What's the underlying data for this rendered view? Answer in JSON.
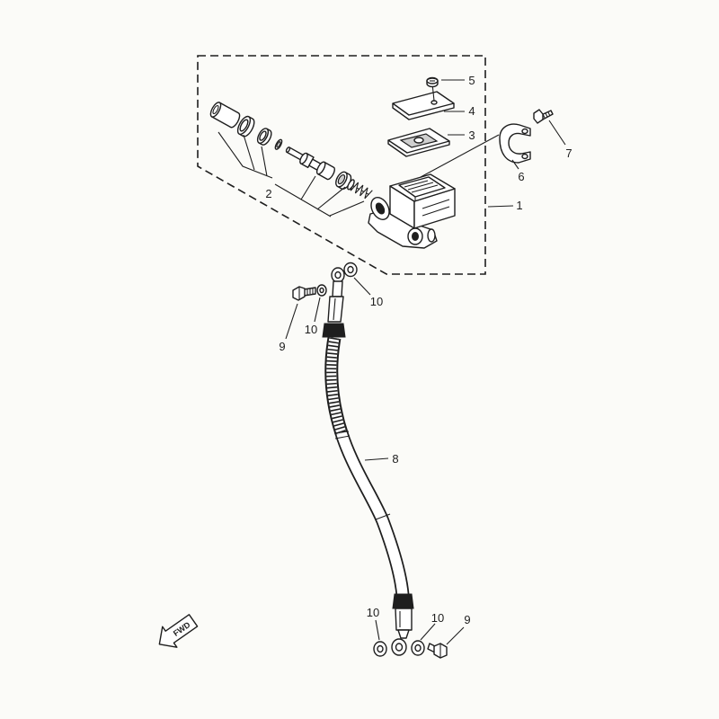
{
  "diagram": {
    "labels": {
      "part_1": "1",
      "part_2": "2",
      "part_3": "3",
      "part_4": "4",
      "part_5": "5",
      "part_6": "6",
      "part_7": "7",
      "part_8": "8",
      "part_9_top": "9",
      "part_9_bottom": "9",
      "part_10_top_right": "10",
      "part_10_top_left": "10",
      "part_10_bottom_left": "10",
      "part_10_bottom_right": "10"
    },
    "fwd_arrow": {
      "text": "FWD",
      "icon": "fwd-arrow-icon"
    }
  },
  "colors": {
    "ink": "#1e1e1e",
    "paper": "#fbfbf8"
  }
}
